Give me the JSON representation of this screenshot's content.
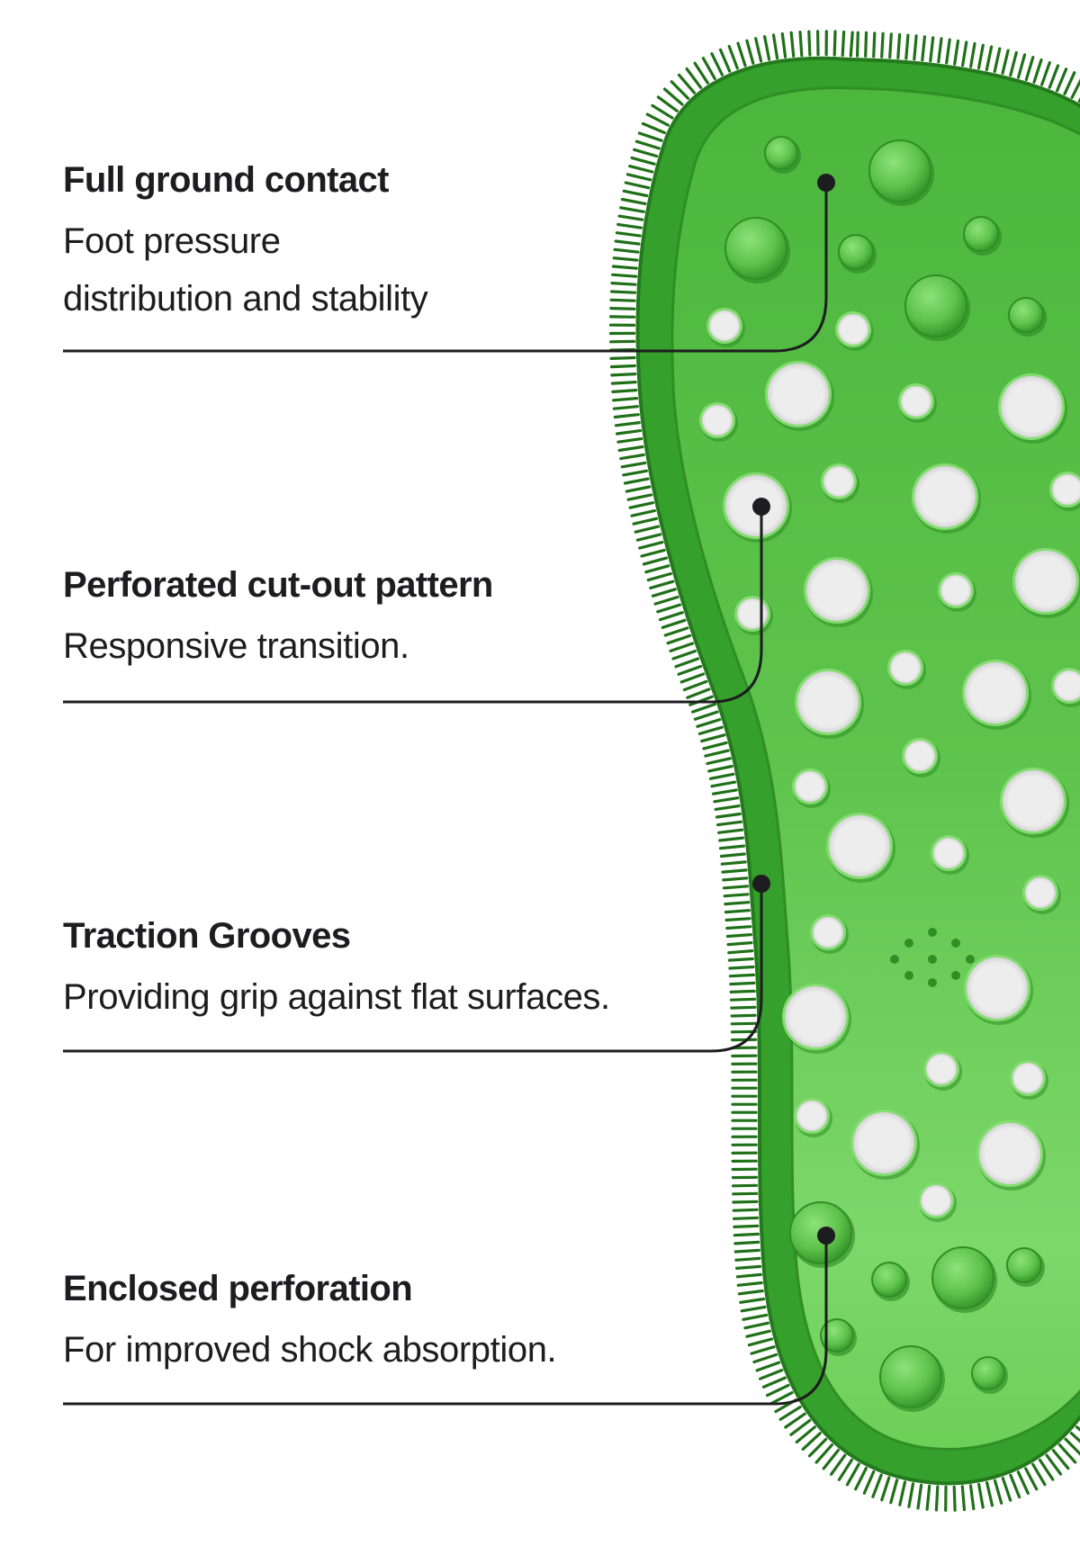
{
  "features": [
    {
      "title": "Full ground contact",
      "description_lines": [
        "Foot pressure",
        "distribution and stability"
      ]
    },
    {
      "title": "Perforated cut-out pattern",
      "description_lines": [
        "Responsive transition."
      ]
    },
    {
      "title": "Traction Grooves",
      "description_lines": [
        "Providing grip against flat surfaces."
      ]
    },
    {
      "title": "Enclosed perforation",
      "description_lines": [
        "For improved shock absorption."
      ]
    }
  ],
  "colors": {
    "insole_green": "#5cc24a",
    "insole_dark_green": "#2f9a26",
    "rim_green": "#3aa72f",
    "perforation": "#ececec",
    "text": "#1d1d1f",
    "line": "#1d1d1f"
  }
}
